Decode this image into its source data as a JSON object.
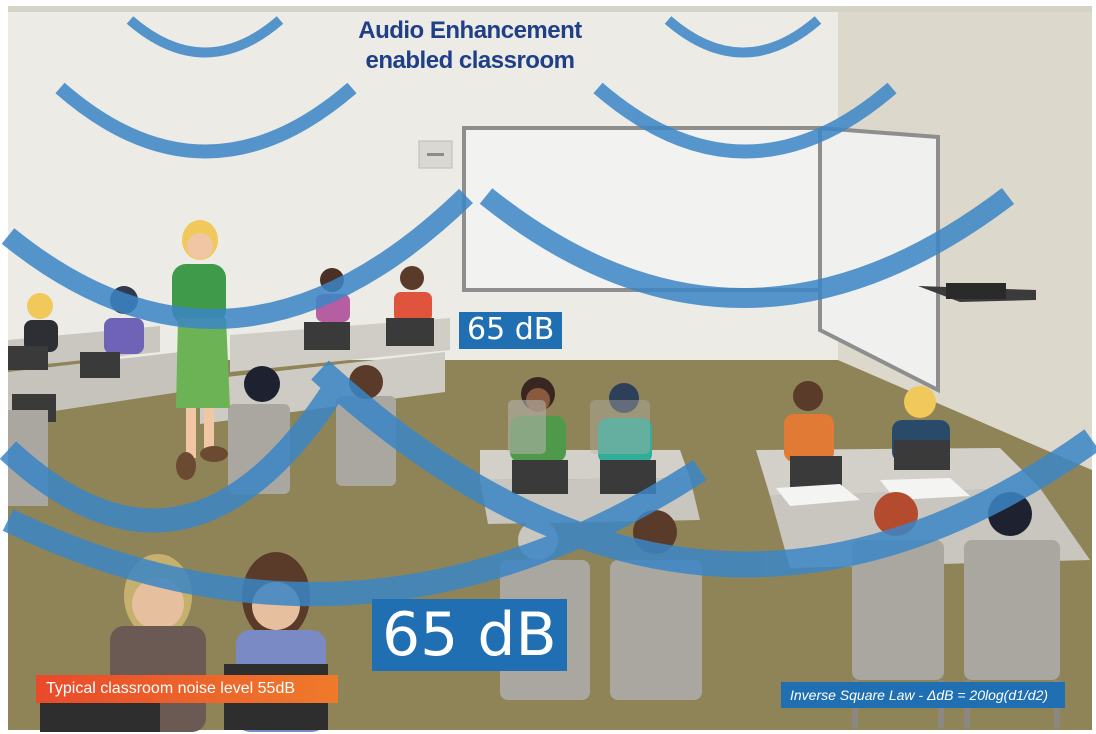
{
  "title": {
    "line1": "Audio Enhancement",
    "line2": "enabled classroom"
  },
  "labels": {
    "db_near_board": "65 dB",
    "db_front": "65 dB"
  },
  "badges": {
    "noise_level": "Typical classroom noise level 55dB",
    "inverse_square_law": "Inverse Square Law  - ΔdB = 20log(d1/d2)"
  },
  "colors": {
    "wave_blue": "#3b86c6",
    "label_blue": "#1f6fb2",
    "title_navy": "#1f3f86",
    "noise_red": "#e94a2a",
    "noise_orange": "#ef7a2b",
    "wall": "#ecebe6",
    "floor": "#8f8458"
  },
  "illustration": "classroom-with-teacher-and-students-icon"
}
